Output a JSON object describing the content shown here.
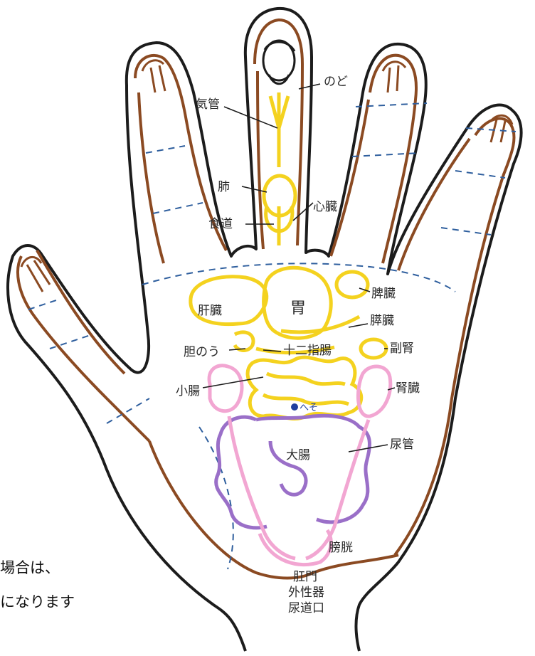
{
  "labels": {
    "nodo": "のど",
    "kikan": "気管",
    "hai": "肺",
    "shokudo": "食道",
    "shinzo": "心臓",
    "hizo": "脾臓",
    "kanzo": "肝臓",
    "i": "胃",
    "suizo": "膵臓",
    "tanno": "胆のう",
    "junishicho": "十二指腸",
    "fukujin": "副腎",
    "shocho": "小腸",
    "jinzo": "腎臓",
    "heso": "へそ",
    "nyokan": "尿管",
    "daicho": "大腸",
    "boko": "膀胱",
    "komon": "肛門",
    "gaiseiki": "外性器",
    "nyodoguchi": "尿道口"
  },
  "caption": {
    "line1": "場合は、",
    "line2": "になります"
  },
  "colors": {
    "outline": "#1c1c1c",
    "brown": "#8b4a22",
    "yellow": "#f4d21f",
    "pink": "#f2a6d2",
    "purple": "#9a6fc8",
    "blue_dash": "#2f5f9e",
    "navel": "#1f3f9e"
  }
}
